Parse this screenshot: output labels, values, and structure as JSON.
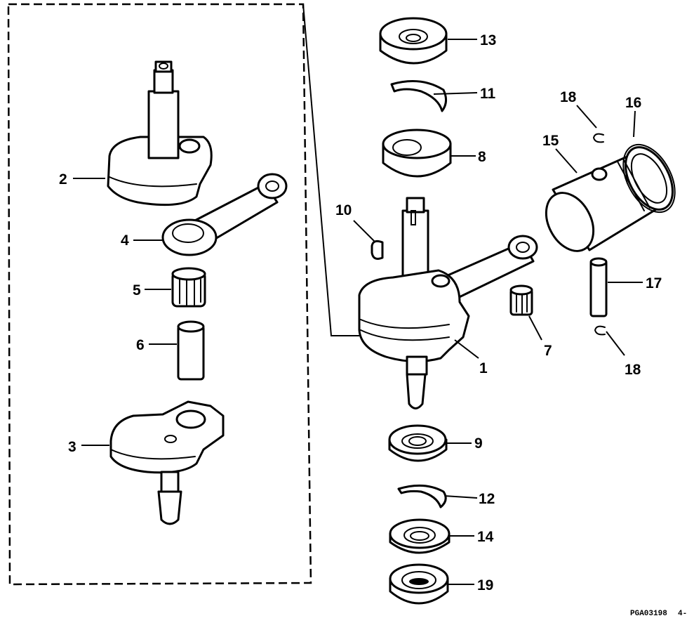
{
  "diagram": {
    "callouts": {
      "c1": "1",
      "c2": "2",
      "c3": "3",
      "c4": "4",
      "c5": "5",
      "c6": "6",
      "c7": "7",
      "c8": "8",
      "c9": "9",
      "c10": "10",
      "c11": "11",
      "c12": "12",
      "c13": "13",
      "c14": "14",
      "c15": "15",
      "c16": "16",
      "c17": "17",
      "c18a": "18",
      "c18b": "18",
      "c19": "19"
    },
    "drawing_code": "PGA03198",
    "page_marker": "4-"
  }
}
